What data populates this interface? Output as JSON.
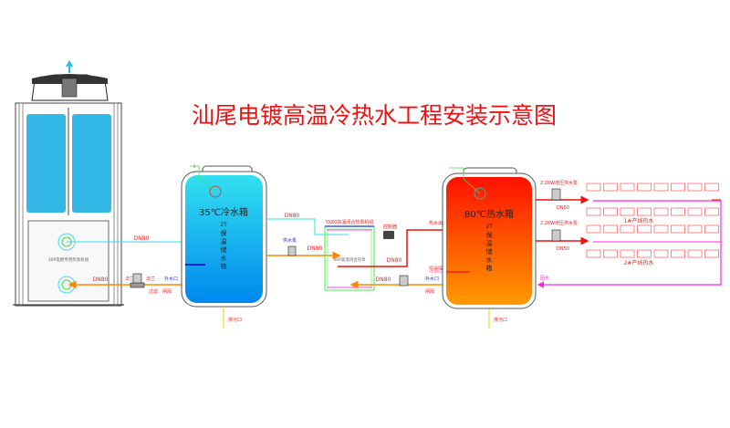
{
  "title": "汕尾电镀高温冷热水工程安装示意图",
  "heat_pump_unit": {
    "label": "30P电镀专用热泵机组"
  },
  "cold_tank": {
    "name": "35℃冷水箱",
    "capacity": "2T",
    "desc": [
      "保",
      "温",
      "储",
      "水",
      "箱"
    ],
    "drain": "排污口"
  },
  "hot_tank": {
    "name": "80℃热水箱",
    "capacity": "2T",
    "desc": [
      "保",
      "温",
      "储",
      "水",
      "箱"
    ],
    "drain": "排污口"
  },
  "pipes": {
    "dn80": "DN80",
    "dn50": "DN50"
  },
  "labels": {
    "flange": "法兰",
    "filter": "过滤",
    "gate_valve": "闸阀",
    "makeup_water": "补水口",
    "supply_pump": "供水泵",
    "hx_box_title": "YX80高温闭合热泵机组",
    "hx_box_body": "30P高温闭合热泵",
    "controller": "控制器",
    "hot_out": "热水出",
    "temp_probe": "恒温探头",
    "booster_pump": "2.2KW增压供水泵",
    "return_water": "回水",
    "line1": "1#产线热水",
    "line2": "2#产线热水"
  },
  "colors": {
    "cold": "#00aaee",
    "hot": "#ee2200",
    "cyan_pipe": "#33ddee",
    "orange_pipe": "#ff8800",
    "red_pipe": "#ee1111",
    "return_pipe": "#ff22ee",
    "title": "#ee1111"
  }
}
